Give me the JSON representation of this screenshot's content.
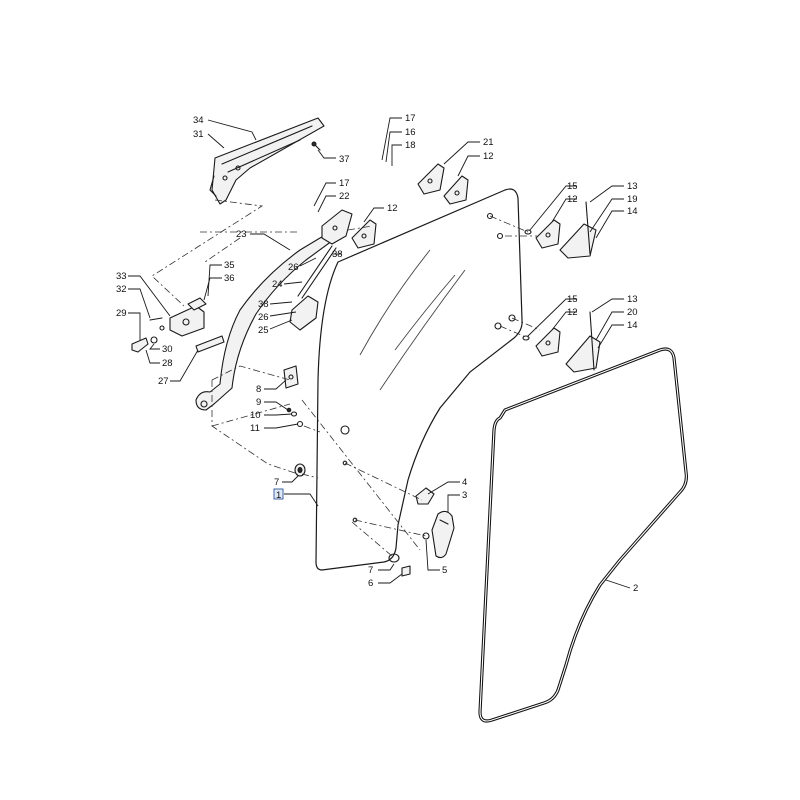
{
  "callouts": {
    "c1": "1",
    "c2": "2",
    "c3": "3",
    "c4": "4",
    "c5": "5",
    "c6": "6",
    "c7a": "7",
    "c7b": "7",
    "c8": "8",
    "c9": "9",
    "c10": "10",
    "c11": "11",
    "c12a": "12",
    "c12b": "12",
    "c12c": "12",
    "c12d": "12",
    "c13a": "13",
    "c13b": "13",
    "c14a": "14",
    "c14b": "14",
    "c15a": "15",
    "c15b": "15",
    "c16": "16",
    "c17a": "17",
    "c17b": "17",
    "c18": "18",
    "c19": "19",
    "c20": "20",
    "c21": "21",
    "c22": "22",
    "c23": "23",
    "c24": "24",
    "c25": "25",
    "c26a": "26",
    "c26b": "26",
    "c27": "27",
    "c28": "28",
    "c29": "29",
    "c30": "30",
    "c31": "31",
    "c32": "32",
    "c33": "33",
    "c34": "34",
    "c35": "35",
    "c36": "36",
    "c37": "37",
    "c38a": "38",
    "c38b": "38"
  },
  "highlight_color": "#dfe8f6"
}
